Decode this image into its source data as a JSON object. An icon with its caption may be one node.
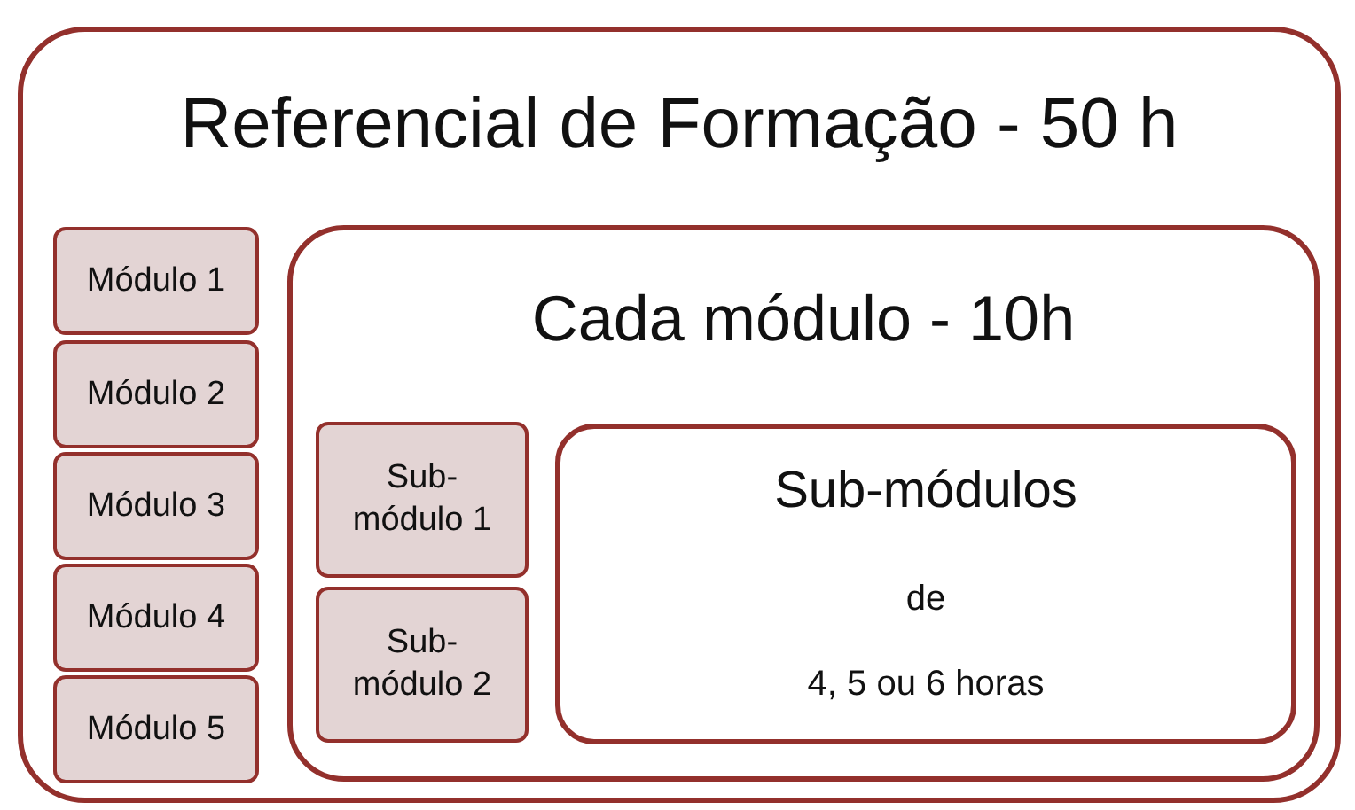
{
  "diagram": {
    "nodes": [
      {
        "text": [
          "Referencial de Formação - 50 h"
        ]
      },
      {
        "text": [
          "Módulo 1"
        ],
        "in": 0
      },
      {
        "text": [
          "Módulo 2"
        ],
        "in": 0
      },
      {
        "text": [
          "Módulo 3"
        ],
        "in": 0
      },
      {
        "text": [
          "Módulo 4"
        ],
        "in": 0
      },
      {
        "text": [
          "Módulo 5"
        ],
        "in": 0
      },
      {
        "text": [
          "Cada módulo - 10h"
        ],
        "in": 0
      },
      {
        "text": [
          "Sub-módulo 1"
        ],
        "in": 6
      },
      {
        "text": [
          "Sub-módulo 2"
        ],
        "in": 6
      },
      {
        "text": [
          "Sub-módulos",
          "de",
          "4, 5 ou 6 horas"
        ],
        "in": 6
      }
    ],
    "edges": []
  }
}
